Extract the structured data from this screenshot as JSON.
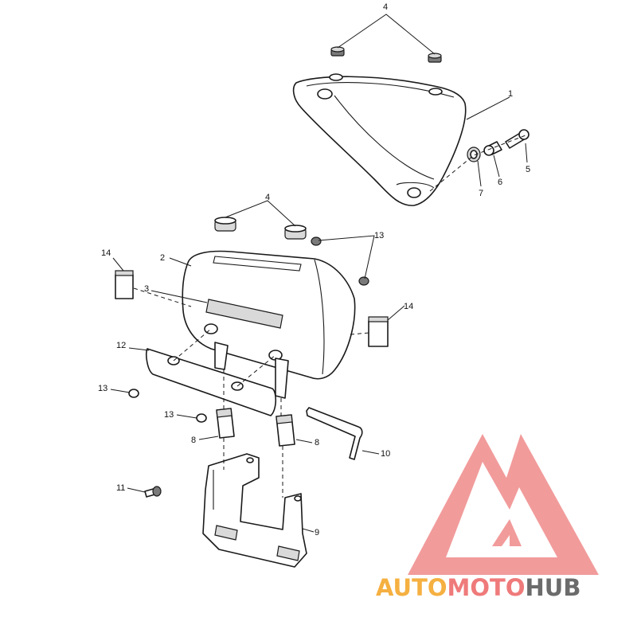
{
  "callouts": {
    "c1": "1",
    "c2": "2",
    "c3": "3",
    "c4a": "4",
    "c4b": "4",
    "c5": "5",
    "c6": "6",
    "c7": "7",
    "c8a": "8",
    "c8b": "8",
    "c9": "9",
    "c10": "10",
    "c11": "11",
    "c12": "12",
    "c13a": "13",
    "c13b": "13",
    "c13c": "13",
    "c14a": "14",
    "c14b": "14"
  },
  "watermark": {
    "part1": "AUTO",
    "part2": "MOTO",
    "part3": "HUB",
    "colors": {
      "auto": "#f5b041",
      "moto": "#ef7a7a",
      "hub": "#6b6b6b",
      "logo": "#f08a8a"
    }
  }
}
